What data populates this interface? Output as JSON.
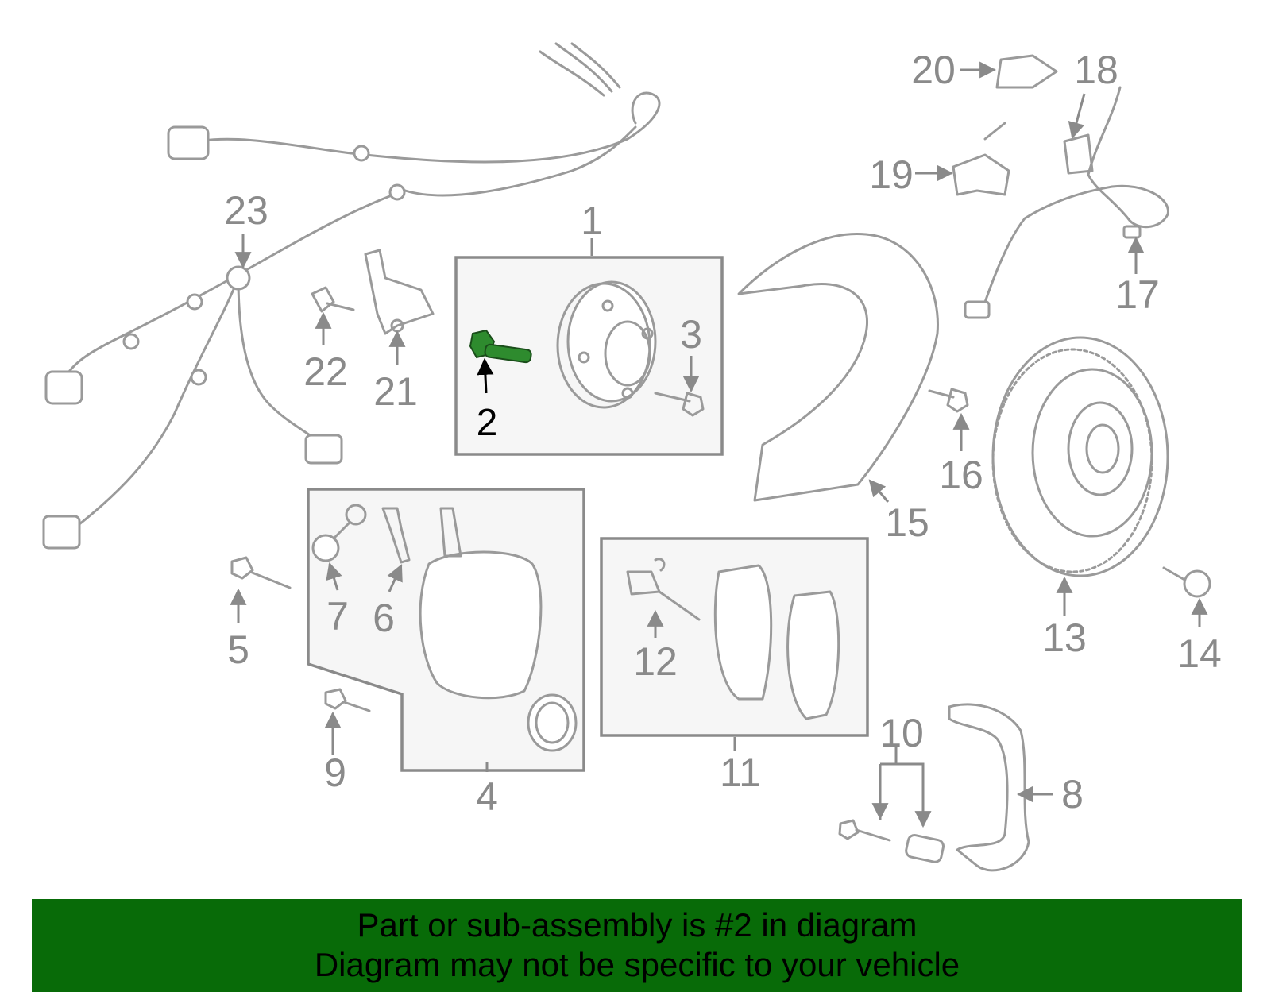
{
  "diagram": {
    "callouts": [
      "1",
      "2",
      "3",
      "4",
      "5",
      "6",
      "7",
      "8",
      "9",
      "10",
      "11",
      "12",
      "13",
      "14",
      "15",
      "16",
      "17",
      "18",
      "19",
      "20",
      "21",
      "22",
      "23"
    ],
    "highlighted_callout": "2",
    "highlight_color": "#2e8b2e",
    "line_color": "#9a9a9a"
  },
  "banner": {
    "line1": "Part or sub-assembly is #2 in diagram",
    "line2": "Diagram may not be specific to your vehicle",
    "background": "#086b08"
  }
}
